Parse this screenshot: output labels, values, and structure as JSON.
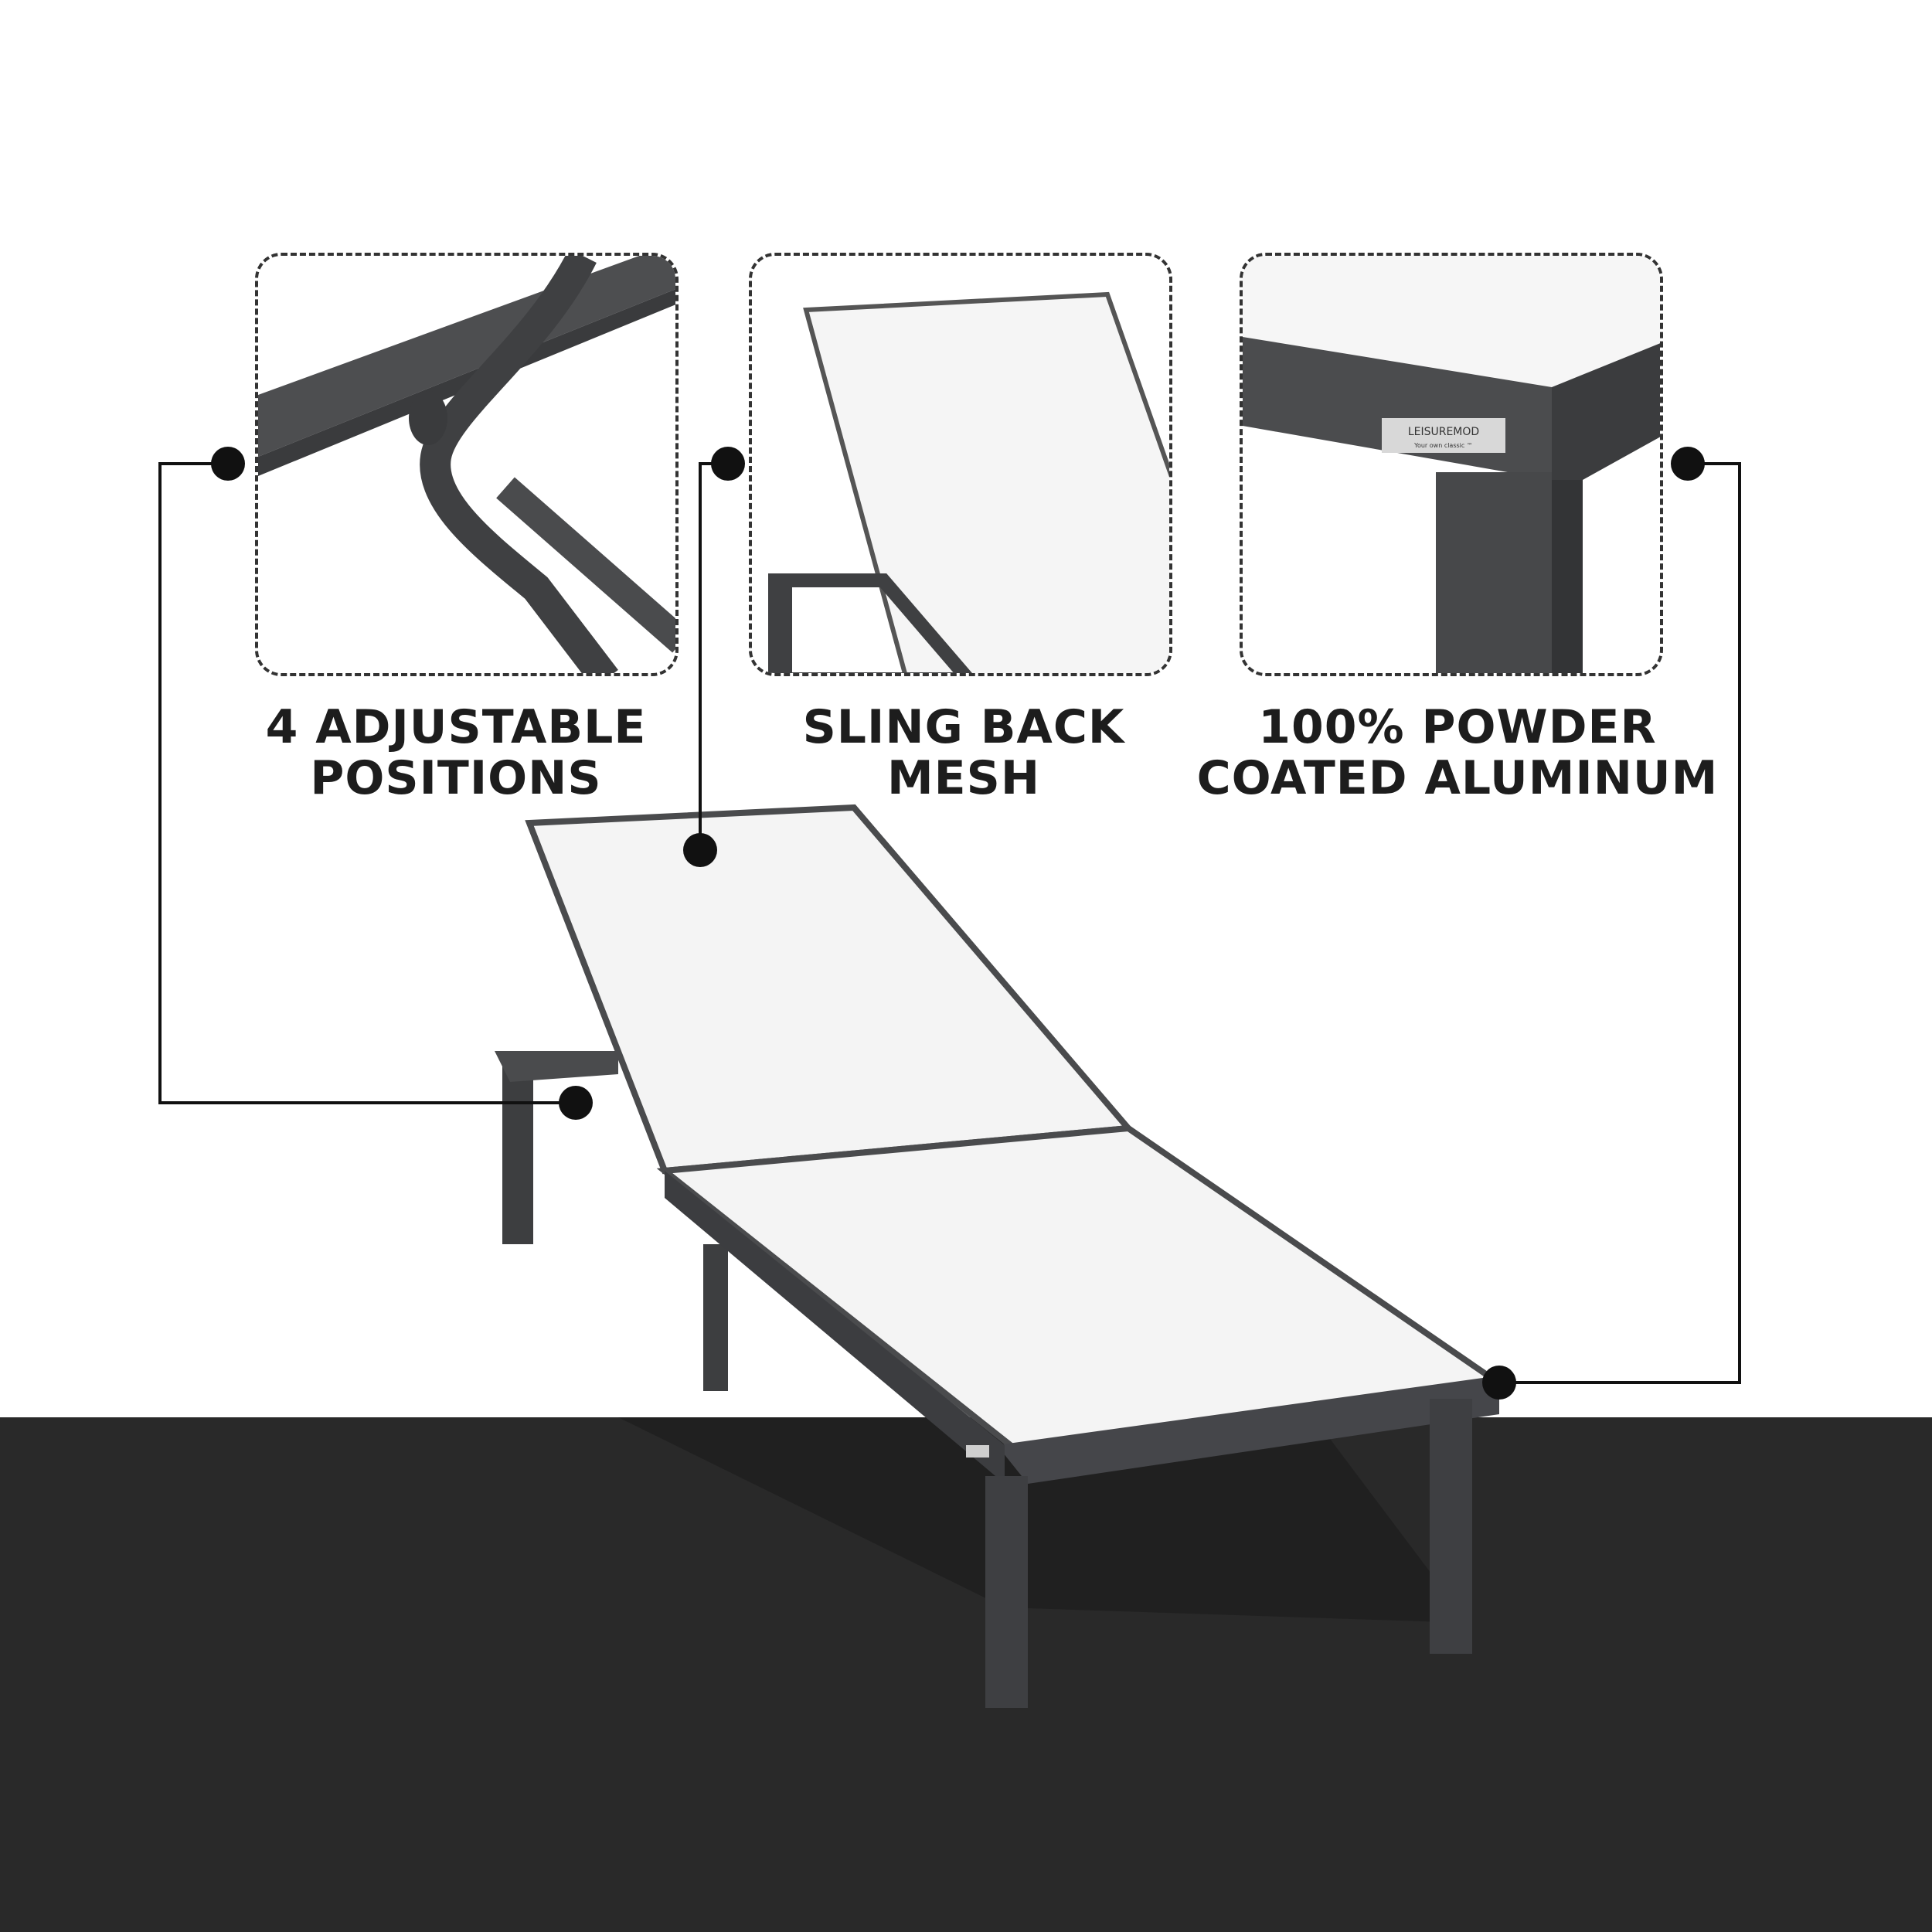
{
  "features": [
    {
      "label_line1": "4 ADJUSTABLE",
      "label_line2": "POSITIONS",
      "detail": "adjustable-hinge-closeup"
    },
    {
      "label_line1": "SLING BACK",
      "label_line2": "MESH",
      "detail": "sling-mesh-closeup"
    },
    {
      "label_line1": "100% POWDER",
      "label_line2": "COATED ALUMINUM",
      "detail": "aluminum-corner-closeup"
    }
  ],
  "brand_plate": {
    "name": "LEISUREMOD",
    "tagline": "Your own classic ™"
  },
  "colors": {
    "frame": "#4a4b4d",
    "mesh": "#f4f4f4",
    "floor": "#292929",
    "text": "#1d1d1d"
  }
}
